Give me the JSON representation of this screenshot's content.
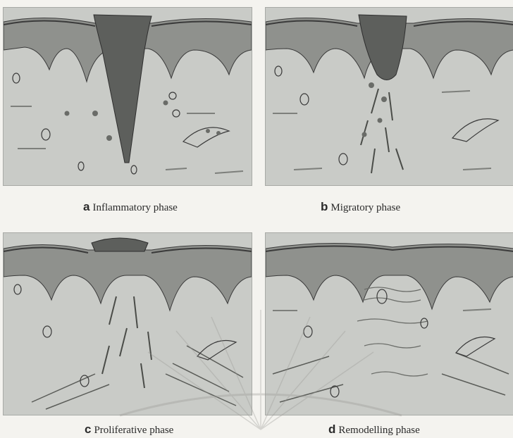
{
  "panels": [
    {
      "id": "a",
      "letter": "a",
      "label": "Inflammatory phase"
    },
    {
      "id": "b",
      "letter": "b",
      "label": "Migratory phase"
    },
    {
      "id": "c",
      "letter": "c",
      "label": "Proliferative phase"
    },
    {
      "id": "d",
      "letter": "d",
      "label": "Remodelling phase"
    }
  ],
  "colors": {
    "dermis": "#c9cbc7",
    "epidermis": "#8f918d",
    "clot": "#5d5f5c",
    "ink": "#3a3a3a"
  }
}
